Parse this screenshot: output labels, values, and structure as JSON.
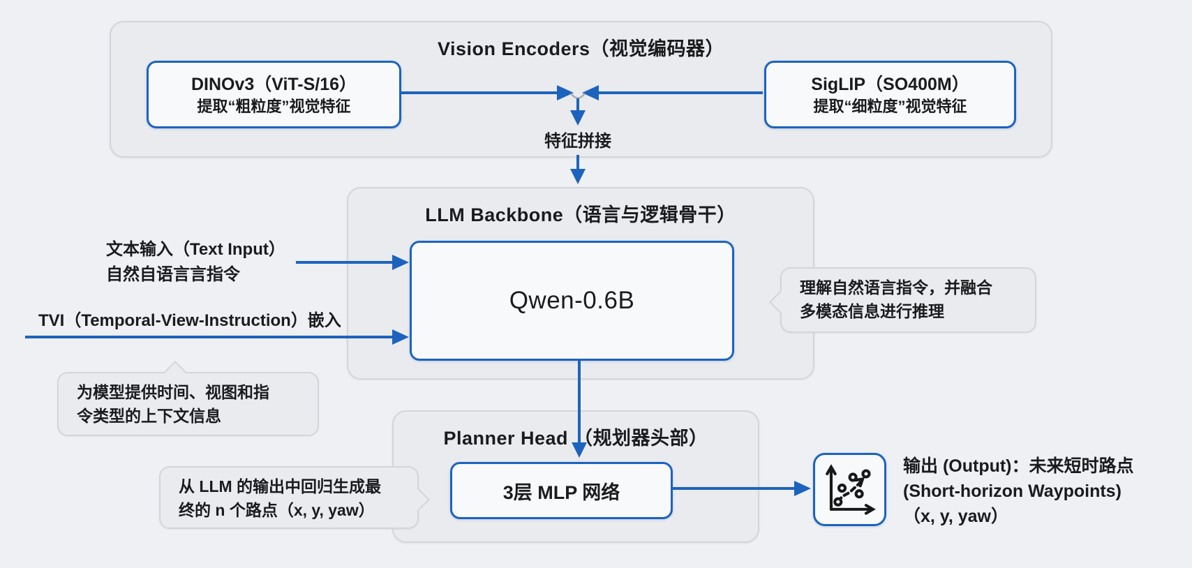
{
  "colors": {
    "accent_blue": "#1d63bd",
    "panel_gray": "#e9ebee",
    "box_fill": "#f7f9fa",
    "background": "#eef0f4"
  },
  "vision": {
    "title": "Vision Encoders（视觉编码器）",
    "dino_title": "DINOv3（ViT-S/16）",
    "dino_sub": "提取“粗粒度”视觉特征",
    "sig_title": "SigLIP（SO400M）",
    "sig_sub": "提取“细粒度”视觉特征",
    "merge_label": "特征拼接"
  },
  "llm": {
    "title": "LLM Backbone（语言与逻辑骨干）",
    "model": "Qwen-0.6B",
    "text_input_line1": "文本输入（Text Input）",
    "text_input_line2": "自然自语言言指令",
    "tvi_label": "TVI（Temporal-View-Instruction）嵌入",
    "tvi_note_line1": "为模型提供时间、视图和指",
    "tvi_note_line2": "令类型的上下文信息",
    "llm_note_line1": "理解自然语言指令，并融合",
    "llm_note_line2": "多模态信息进行推理"
  },
  "planner": {
    "title": "Planner Head （规划器头部）",
    "mlp_label": "3层 MLP 网络",
    "note_line1": "从 LLM 的输出中回归生成最",
    "note_line2": "终的 n 个路点（x, y, yaw）",
    "output_line1": "输出 (Output)：未来短时路点",
    "output_line2": "(Short-horizon Waypoints)",
    "output_line3": "（x, y, yaw）"
  }
}
